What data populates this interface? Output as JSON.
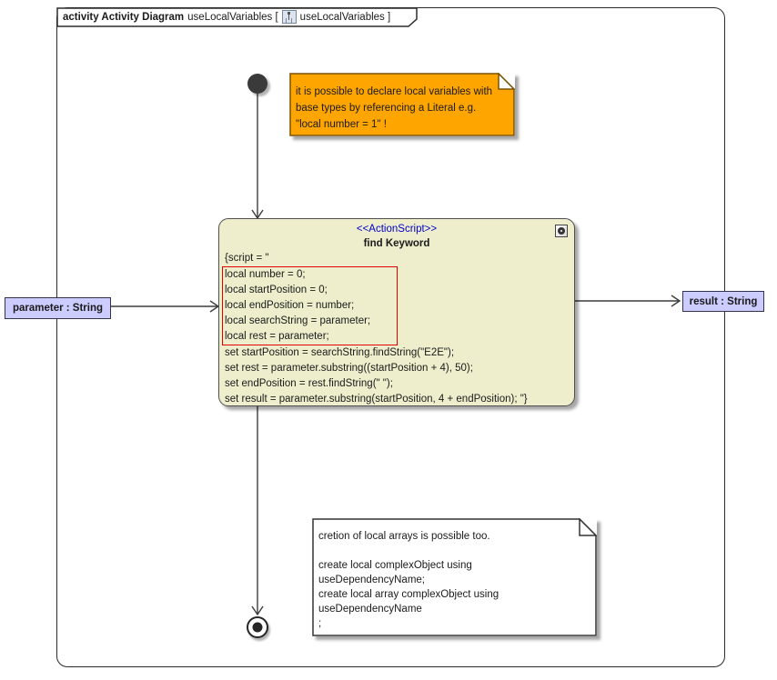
{
  "frame": {
    "keyword": "activity Activity Diagram",
    "name": "useLocalVariables [",
    "ref": "useLocalVariables ]"
  },
  "nodes": {
    "initial": "initial-node",
    "final": "activity-final-node"
  },
  "action": {
    "stereotype": "<<ActionScript>>",
    "name": "find Keyword",
    "script_open": "{script = \"",
    "highlighted_lines": [
      "local number = 0;",
      "local startPosition = 0;",
      "local endPosition = number;",
      "local searchString = parameter;",
      "local rest = parameter;"
    ],
    "script_lines": [
      "set startPosition = searchString.findString(\"E2E\");",
      "set rest = parameter.substring((startPosition + 4), 50);",
      "set endPosition = rest.findString(\" \");",
      "set result = parameter.substring(startPosition, 4 + endPosition); \"}"
    ]
  },
  "pins": {
    "input": "parameter : String",
    "output": "result : String"
  },
  "notes": {
    "orange": {
      "lines": [
        "it is possible to declare local variables with",
        "base types by referencing a Literal e.g.",
        "\"local number = 1\" !"
      ]
    },
    "white": {
      "lines": [
        "cretion of local arrays is possible too.",
        "",
        "create local complexObject using",
        "useDependencyName;",
        "create local array complexObject using",
        "useDependencyName",
        ";"
      ]
    }
  },
  "colors": {
    "action_fill": "#EEEECD",
    "action_border": "#4F4F4F",
    "orange_note_fill": "#FFA500",
    "orange_note_border": "#7A5200",
    "white_note_border": "#333333",
    "pin_fill": "#CCCCFF",
    "pin_border": "#33334D",
    "stereotype_text": "#0000CC",
    "highlight_box": "#E00000",
    "edge_line": "#3D3D3D"
  }
}
